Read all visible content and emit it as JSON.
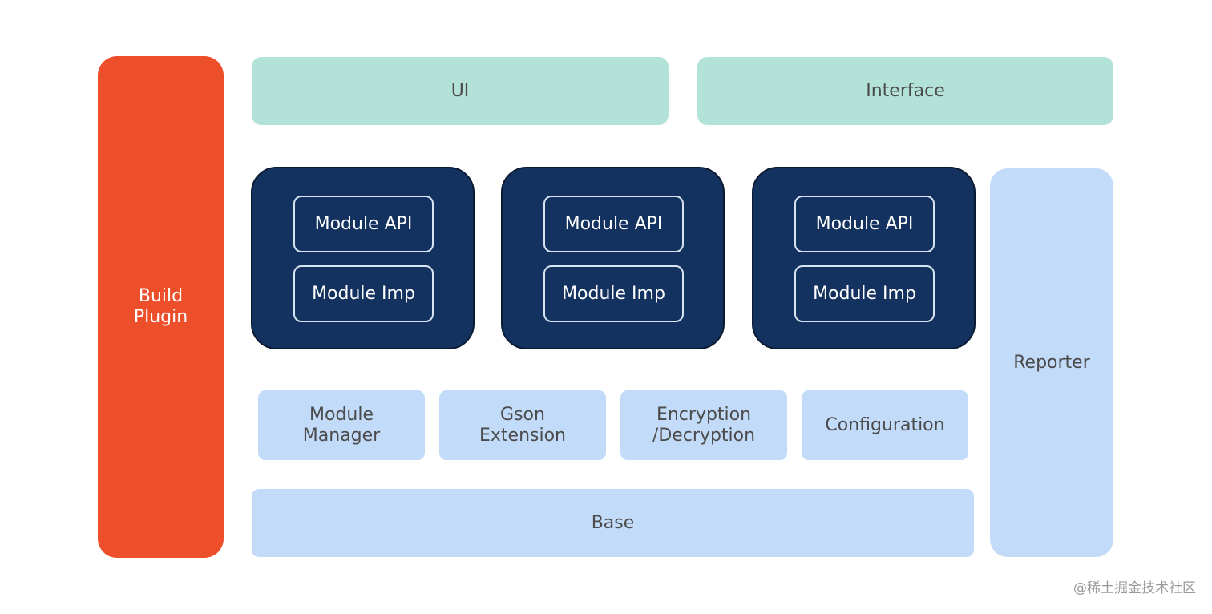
{
  "build_plugin": {
    "label": "Build\nPlugin"
  },
  "top_layer": {
    "ui": "UI",
    "interface": "Interface"
  },
  "modules": [
    {
      "api": "Module API",
      "imp": "Module Imp"
    },
    {
      "api": "Module API",
      "imp": "Module Imp"
    },
    {
      "api": "Module API",
      "imp": "Module Imp"
    }
  ],
  "reporter": {
    "label": "Reporter"
  },
  "utilities": [
    "Module\nManager",
    "Gson\nExtension",
    "Encryption\n/Decryption",
    "Configuration"
  ],
  "base": {
    "label": "Base"
  },
  "watermark": "@稀土掘金技术社区",
  "colors": {
    "build_plugin": "#ee4f2b",
    "top_layer": "#b3e2d9",
    "module_card": "#13325f",
    "light_blue": "#c2dbf9"
  }
}
